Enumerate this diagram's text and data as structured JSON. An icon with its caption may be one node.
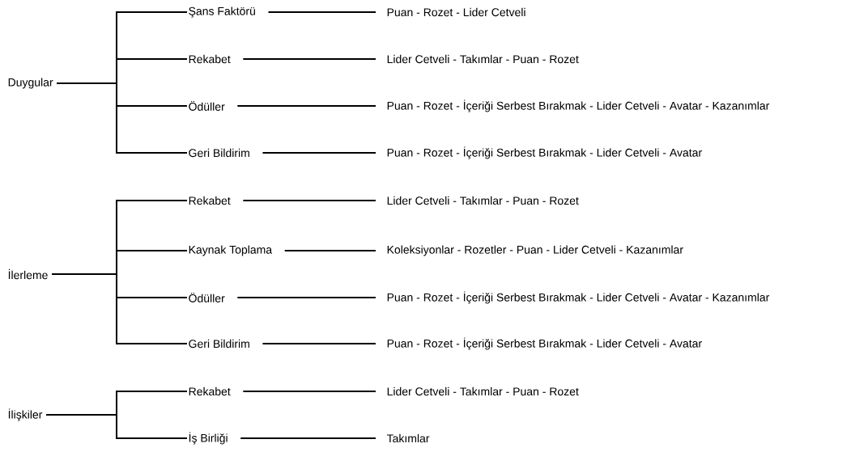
{
  "diagram": {
    "nodes": [
      {
        "text": [
          "Duygular"
        ]
      },
      {
        "text": [
          "Şans Faktörü"
        ]
      },
      {
        "text": [
          "Puan - Rozet - Lider Cetveli"
        ]
      },
      {
        "text": [
          "Rekabet"
        ]
      },
      {
        "text": [
          "Lider Cetveli - Takımlar - Puan - Rozet"
        ]
      },
      {
        "text": [
          "Ödüller"
        ]
      },
      {
        "text": [
          "Puan - Rozet - İçeriği Serbest Bırakmak - Lider Cetveli - Avatar - Kazanımlar"
        ]
      },
      {
        "text": [
          "Geri Bildirim"
        ]
      },
      {
        "text": [
          "Puan - Rozet - İçeriği Serbest Bırakmak - Lider Cetveli - Avatar"
        ]
      },
      {
        "text": [
          "İlerleme"
        ]
      },
      {
        "text": [
          "Rekabet"
        ]
      },
      {
        "text": [
          "Lider Cetveli - Takımlar - Puan - Rozet"
        ]
      },
      {
        "text": [
          "Kaynak Toplama"
        ]
      },
      {
        "text": [
          "Koleksiyonlar - Rozetler - Puan - Lider Cetveli - Kazanımlar"
        ]
      },
      {
        "text": [
          "Ödüller"
        ]
      },
      {
        "text": [
          "Puan - Rozet - İçeriği Serbest Bırakmak - Lider Cetveli - Avatar - Kazanımlar"
        ]
      },
      {
        "text": [
          "Geri Bildirim"
        ]
      },
      {
        "text": [
          "Puan - Rozet - İçeriği Serbest Bırakmak - Lider Cetveli - Avatar"
        ]
      },
      {
        "text": [
          "İlişkiler"
        ]
      },
      {
        "text": [
          "Rekabet"
        ]
      },
      {
        "text": [
          "Lider Cetveli - Takımlar - Puan - Rozet"
        ]
      },
      {
        "text": [
          "İş Birliği"
        ]
      },
      {
        "text": [
          "Takımlar"
        ]
      }
    ],
    "edges": [
      {
        "from": 0,
        "to": 1,
        "arrow": "none"
      },
      {
        "from": 0,
        "to": 3,
        "arrow": "none"
      },
      {
        "from": 0,
        "to": 5,
        "arrow": "none"
      },
      {
        "from": 0,
        "to": 7,
        "arrow": "none"
      },
      {
        "from": 1,
        "to": 2,
        "arrow": "none"
      },
      {
        "from": 3,
        "to": 4,
        "arrow": "none"
      },
      {
        "from": 5,
        "to": 6,
        "arrow": "none"
      },
      {
        "from": 7,
        "to": 8,
        "arrow": "none"
      },
      {
        "from": 9,
        "to": 10,
        "arrow": "none"
      },
      {
        "from": 9,
        "to": 12,
        "arrow": "none"
      },
      {
        "from": 9,
        "to": 14,
        "arrow": "none"
      },
      {
        "from": 9,
        "to": 16,
        "arrow": "none"
      },
      {
        "from": 10,
        "to": 11,
        "arrow": "none"
      },
      {
        "from": 12,
        "to": 13,
        "arrow": "none"
      },
      {
        "from": 14,
        "to": 15,
        "arrow": "none"
      },
      {
        "from": 16,
        "to": 17,
        "arrow": "none"
      },
      {
        "from": 18,
        "to": 19,
        "arrow": "none"
      },
      {
        "from": 18,
        "to": 21,
        "arrow": "none"
      },
      {
        "from": 19,
        "to": 20,
        "arrow": "none"
      },
      {
        "from": 21,
        "to": 22,
        "arrow": "none"
      }
    ]
  }
}
